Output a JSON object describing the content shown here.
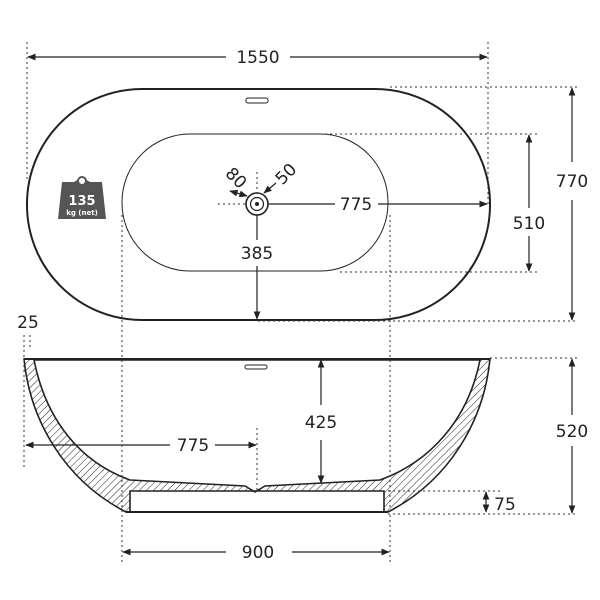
{
  "colors": {
    "line": "#222222",
    "hatch": "#222222",
    "badge": "#555555",
    "background": "#ffffff"
  },
  "weight_badge": {
    "value": "135",
    "unit": "kg (net)",
    "icon": "weight-icon"
  },
  "dimensions": {
    "overall_length": "1550",
    "overall_width": "770",
    "inner_width": "510",
    "drain_to_end_top": "775",
    "drain_to_side": "385",
    "drain_offset_a": "80",
    "drain_offset_b": "50",
    "rim_thickness": "25",
    "inner_depth": "425",
    "drain_to_end_side": "775",
    "overall_height": "520",
    "base_height": "75",
    "base_length": "900"
  }
}
